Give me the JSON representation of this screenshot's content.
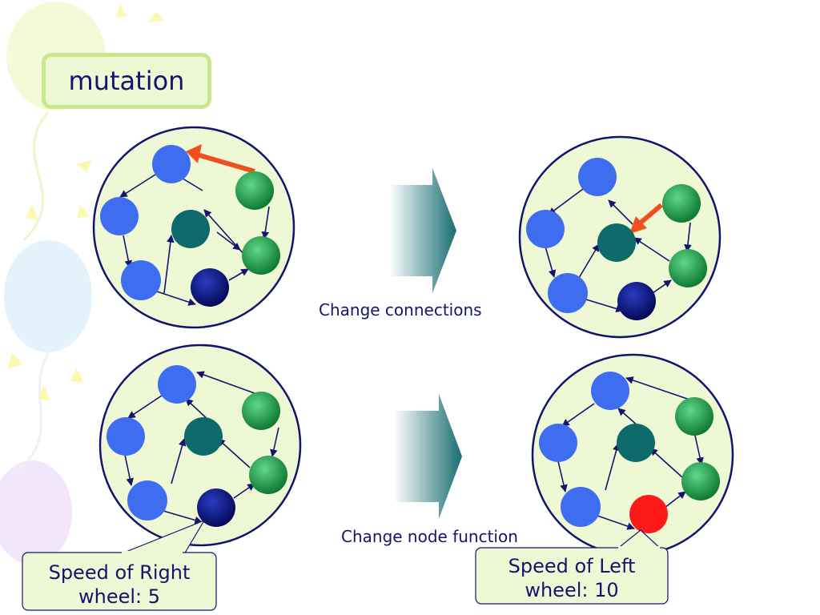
{
  "title": "mutation",
  "captions": {
    "change_connections": "Change connections",
    "change_node_function": "Change node function"
  },
  "callouts": {
    "right_wheel": "Speed of Right\nwheel: 5",
    "left_wheel": "Speed of Left\nwheel: 10"
  },
  "colors": {
    "node_blue": "#3f6df0",
    "node_teal": "#0e6a6a",
    "node_green": "#1f9e4a",
    "node_navy": "#0a1080",
    "node_red": "#ff1a1a",
    "network_fill": "#eef8d4",
    "network_stroke": "#14146e",
    "highlight_arrow": "#f0501e"
  }
}
